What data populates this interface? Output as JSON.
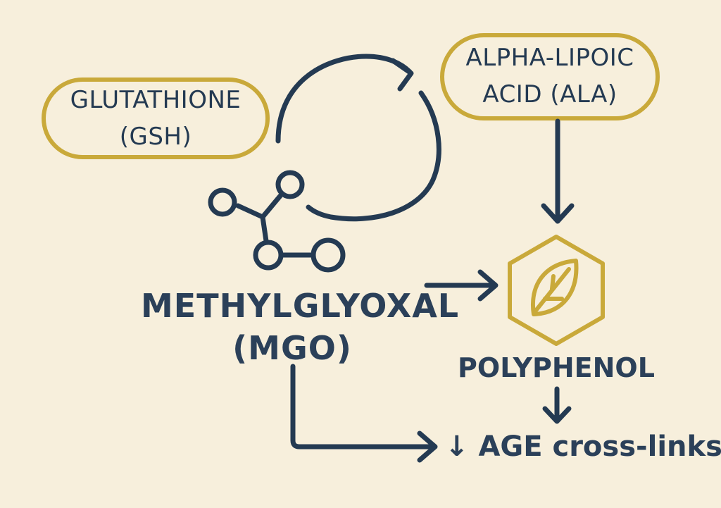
{
  "colors": {
    "background": "#f7efdc",
    "accent_gold": "#c9a93a",
    "ink": "#243a52"
  },
  "nodes": {
    "glutathione": {
      "line1": "GLUTATHIONE",
      "line2": "(GSH)"
    },
    "ala": {
      "line1": "ALPHA-LIPOIC",
      "line2": "ACID (ALA)"
    },
    "mgo": {
      "line1": "METHYLGLYOXAL",
      "line2": "(MGO)"
    },
    "polyphenol": {
      "label": "POLYPHENOL",
      "icon": "leaf-icon"
    },
    "outcome": {
      "label": "↓ AGE cross-links"
    }
  },
  "icons": {
    "molecule": "molecule-icon",
    "leaf": "leaf-icon"
  }
}
